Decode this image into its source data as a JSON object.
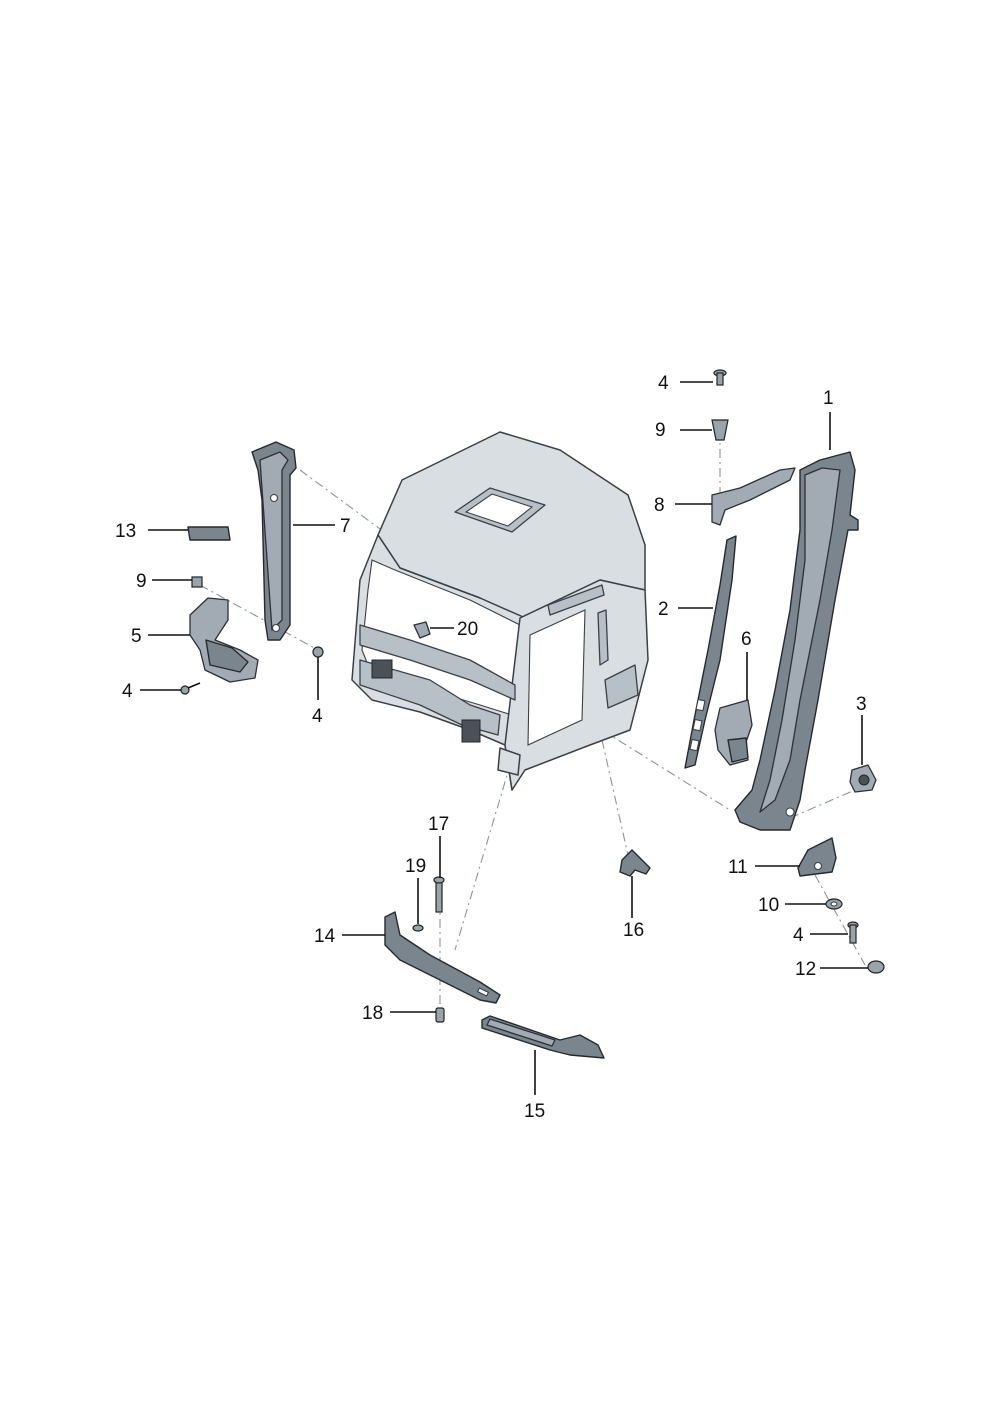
{
  "callouts": {
    "c1": "1",
    "c2": "2",
    "c3": "3",
    "c4a": "4",
    "c4b": "4",
    "c4c": "4",
    "c4d": "4",
    "c5": "5",
    "c6": "6",
    "c7": "7",
    "c8": "8",
    "c9a": "9",
    "c9b": "9",
    "c10": "10",
    "c11": "11",
    "c12": "12",
    "c13": "13",
    "c14": "14",
    "c15": "15",
    "c16": "16",
    "c17": "17",
    "c18": "18",
    "c19": "19",
    "c20": "20"
  },
  "colors": {
    "part_fill": "#c4ccd3",
    "part_dark": "#7b858e",
    "outline": "#2b3136",
    "leader": "#111111",
    "dash": "#8a949c"
  }
}
